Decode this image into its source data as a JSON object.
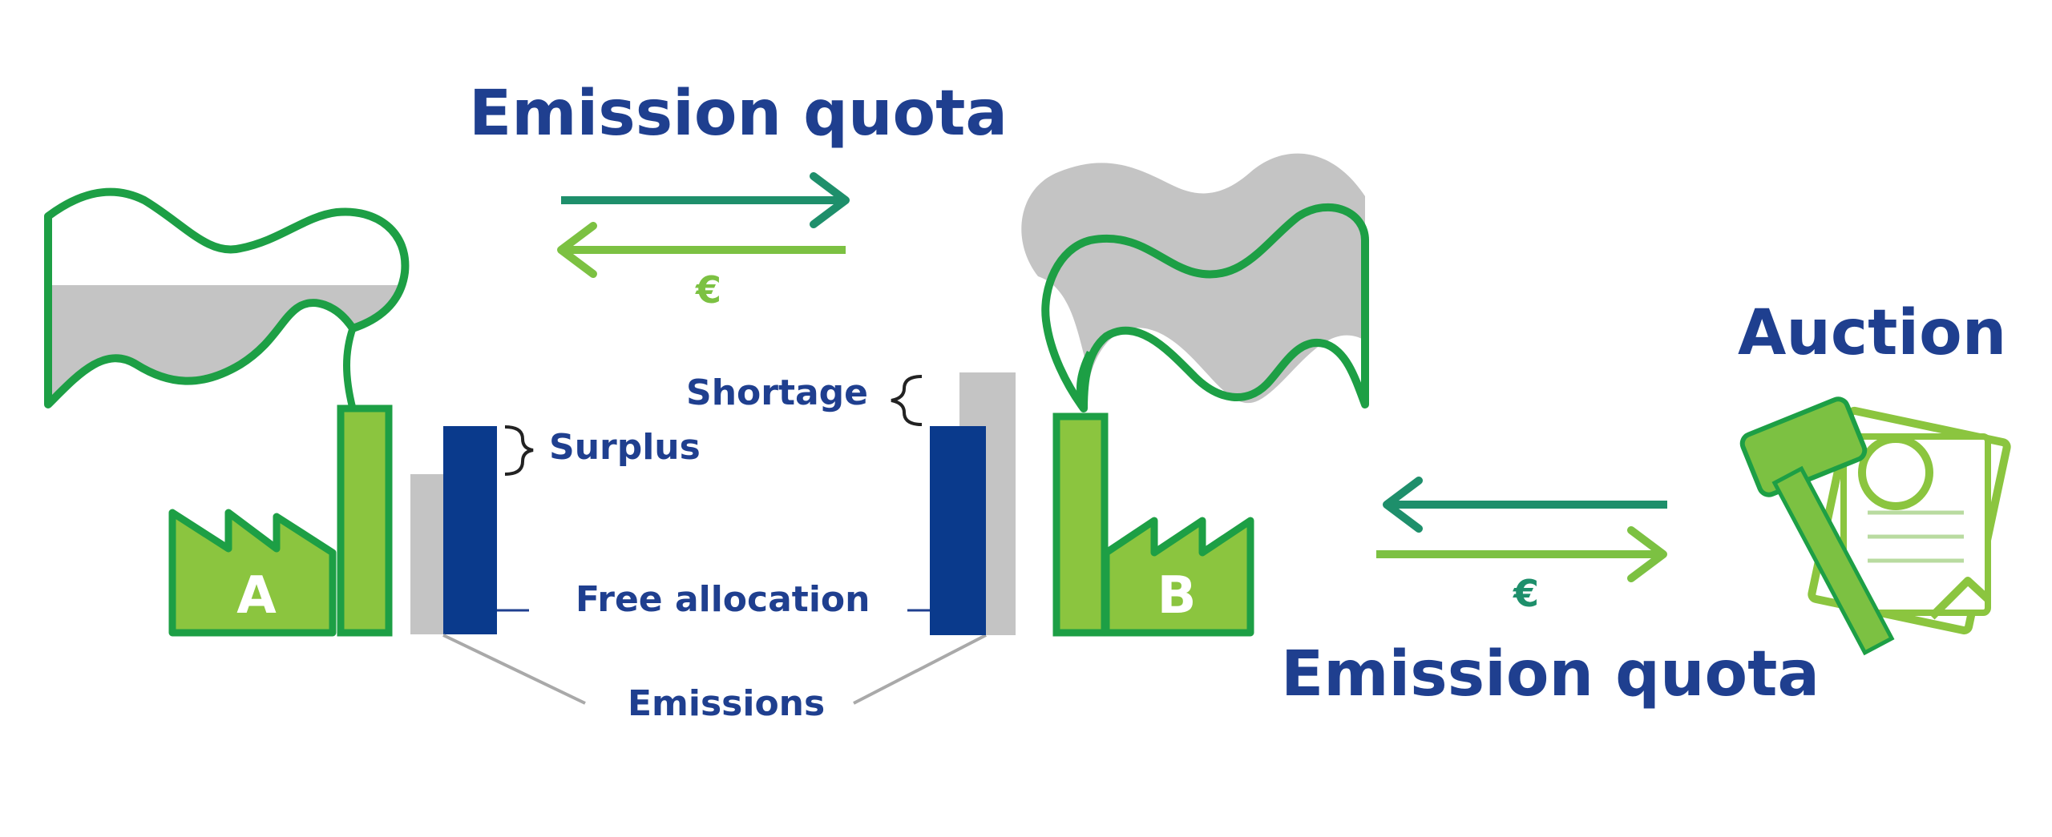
{
  "labels": {
    "emission_quota_top": "Emission quota",
    "emission_quota_bottom": "Emission quota",
    "auction": "Auction",
    "surplus": "Surplus",
    "shortage": "Shortage",
    "free_allocation": "Free allocation",
    "emissions": "Emissions",
    "euro_top": "€",
    "euro_bottom": "€",
    "factory_a": "A",
    "factory_b": "B"
  },
  "colors": {
    "navy": "#1f3f8f",
    "bar_blue": "#0a3a8c",
    "green_dark": "#1d9f45",
    "green_light": "#8bc53f",
    "teal": "#1e8f6b",
    "smoke_grey": "#c4c4c4",
    "line_grey": "#a9a9a9"
  }
}
